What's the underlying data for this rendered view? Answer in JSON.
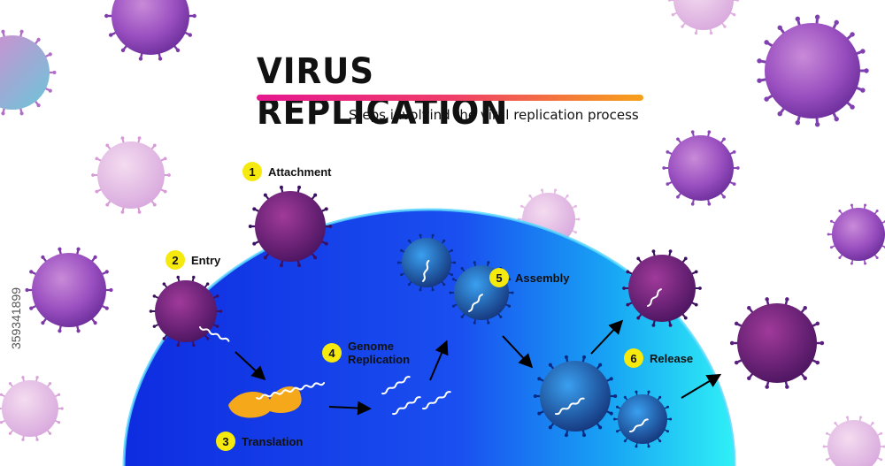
{
  "title": "VIRUS REPLICATION",
  "subtitle": "Steps involvind the viral replication process",
  "steps": [
    {
      "number": "1",
      "label": "Attachment"
    },
    {
      "number": "2",
      "label": "Entry"
    },
    {
      "number": "3",
      "label": "Translation"
    },
    {
      "number": "4",
      "label": "Genome Replication"
    },
    {
      "number": "5",
      "label": "Assembly"
    },
    {
      "number": "6",
      "label": "Release"
    }
  ],
  "watermark": "359341899",
  "colors": {
    "cell_inner": "#0f2fe0",
    "cell_edge": "#1de6f2",
    "badge": "#f5e90d",
    "protein": "#f5a81a",
    "title_gradient_start": "#e6178f",
    "title_gradient_end": "#f7a11a"
  }
}
